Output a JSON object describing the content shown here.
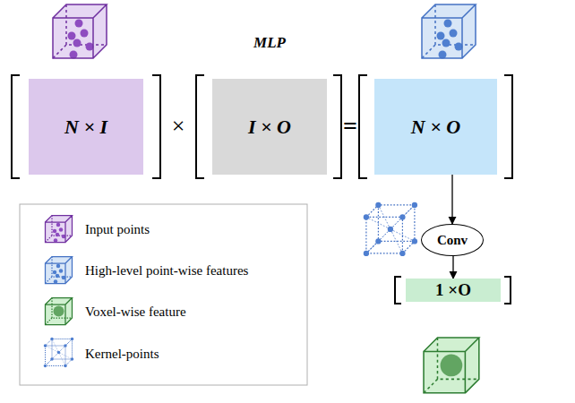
{
  "diagram": {
    "nodes": [
      {
        "text": [
          "N × I"
        ]
      },
      {
        "text": [
          "I × O"
        ]
      },
      {
        "text": [
          "N × O"
        ]
      },
      {
        "text": [
          "Conv"
        ]
      },
      {
        "text": [
          "1 ×O"
        ]
      }
    ],
    "edges": [
      {
        "from": 2,
        "to": 3,
        "arrow": "to"
      },
      {
        "from": 3,
        "to": 4,
        "arrow": "to"
      }
    ],
    "labels": [
      "×",
      "=",
      "MLP"
    ],
    "legend": [
      {
        "text": "Input points"
      },
      {
        "text": "High-level point-wise features"
      },
      {
        "text": "Voxel-wise feature"
      },
      {
        "text": "Kernel-points"
      }
    ]
  }
}
